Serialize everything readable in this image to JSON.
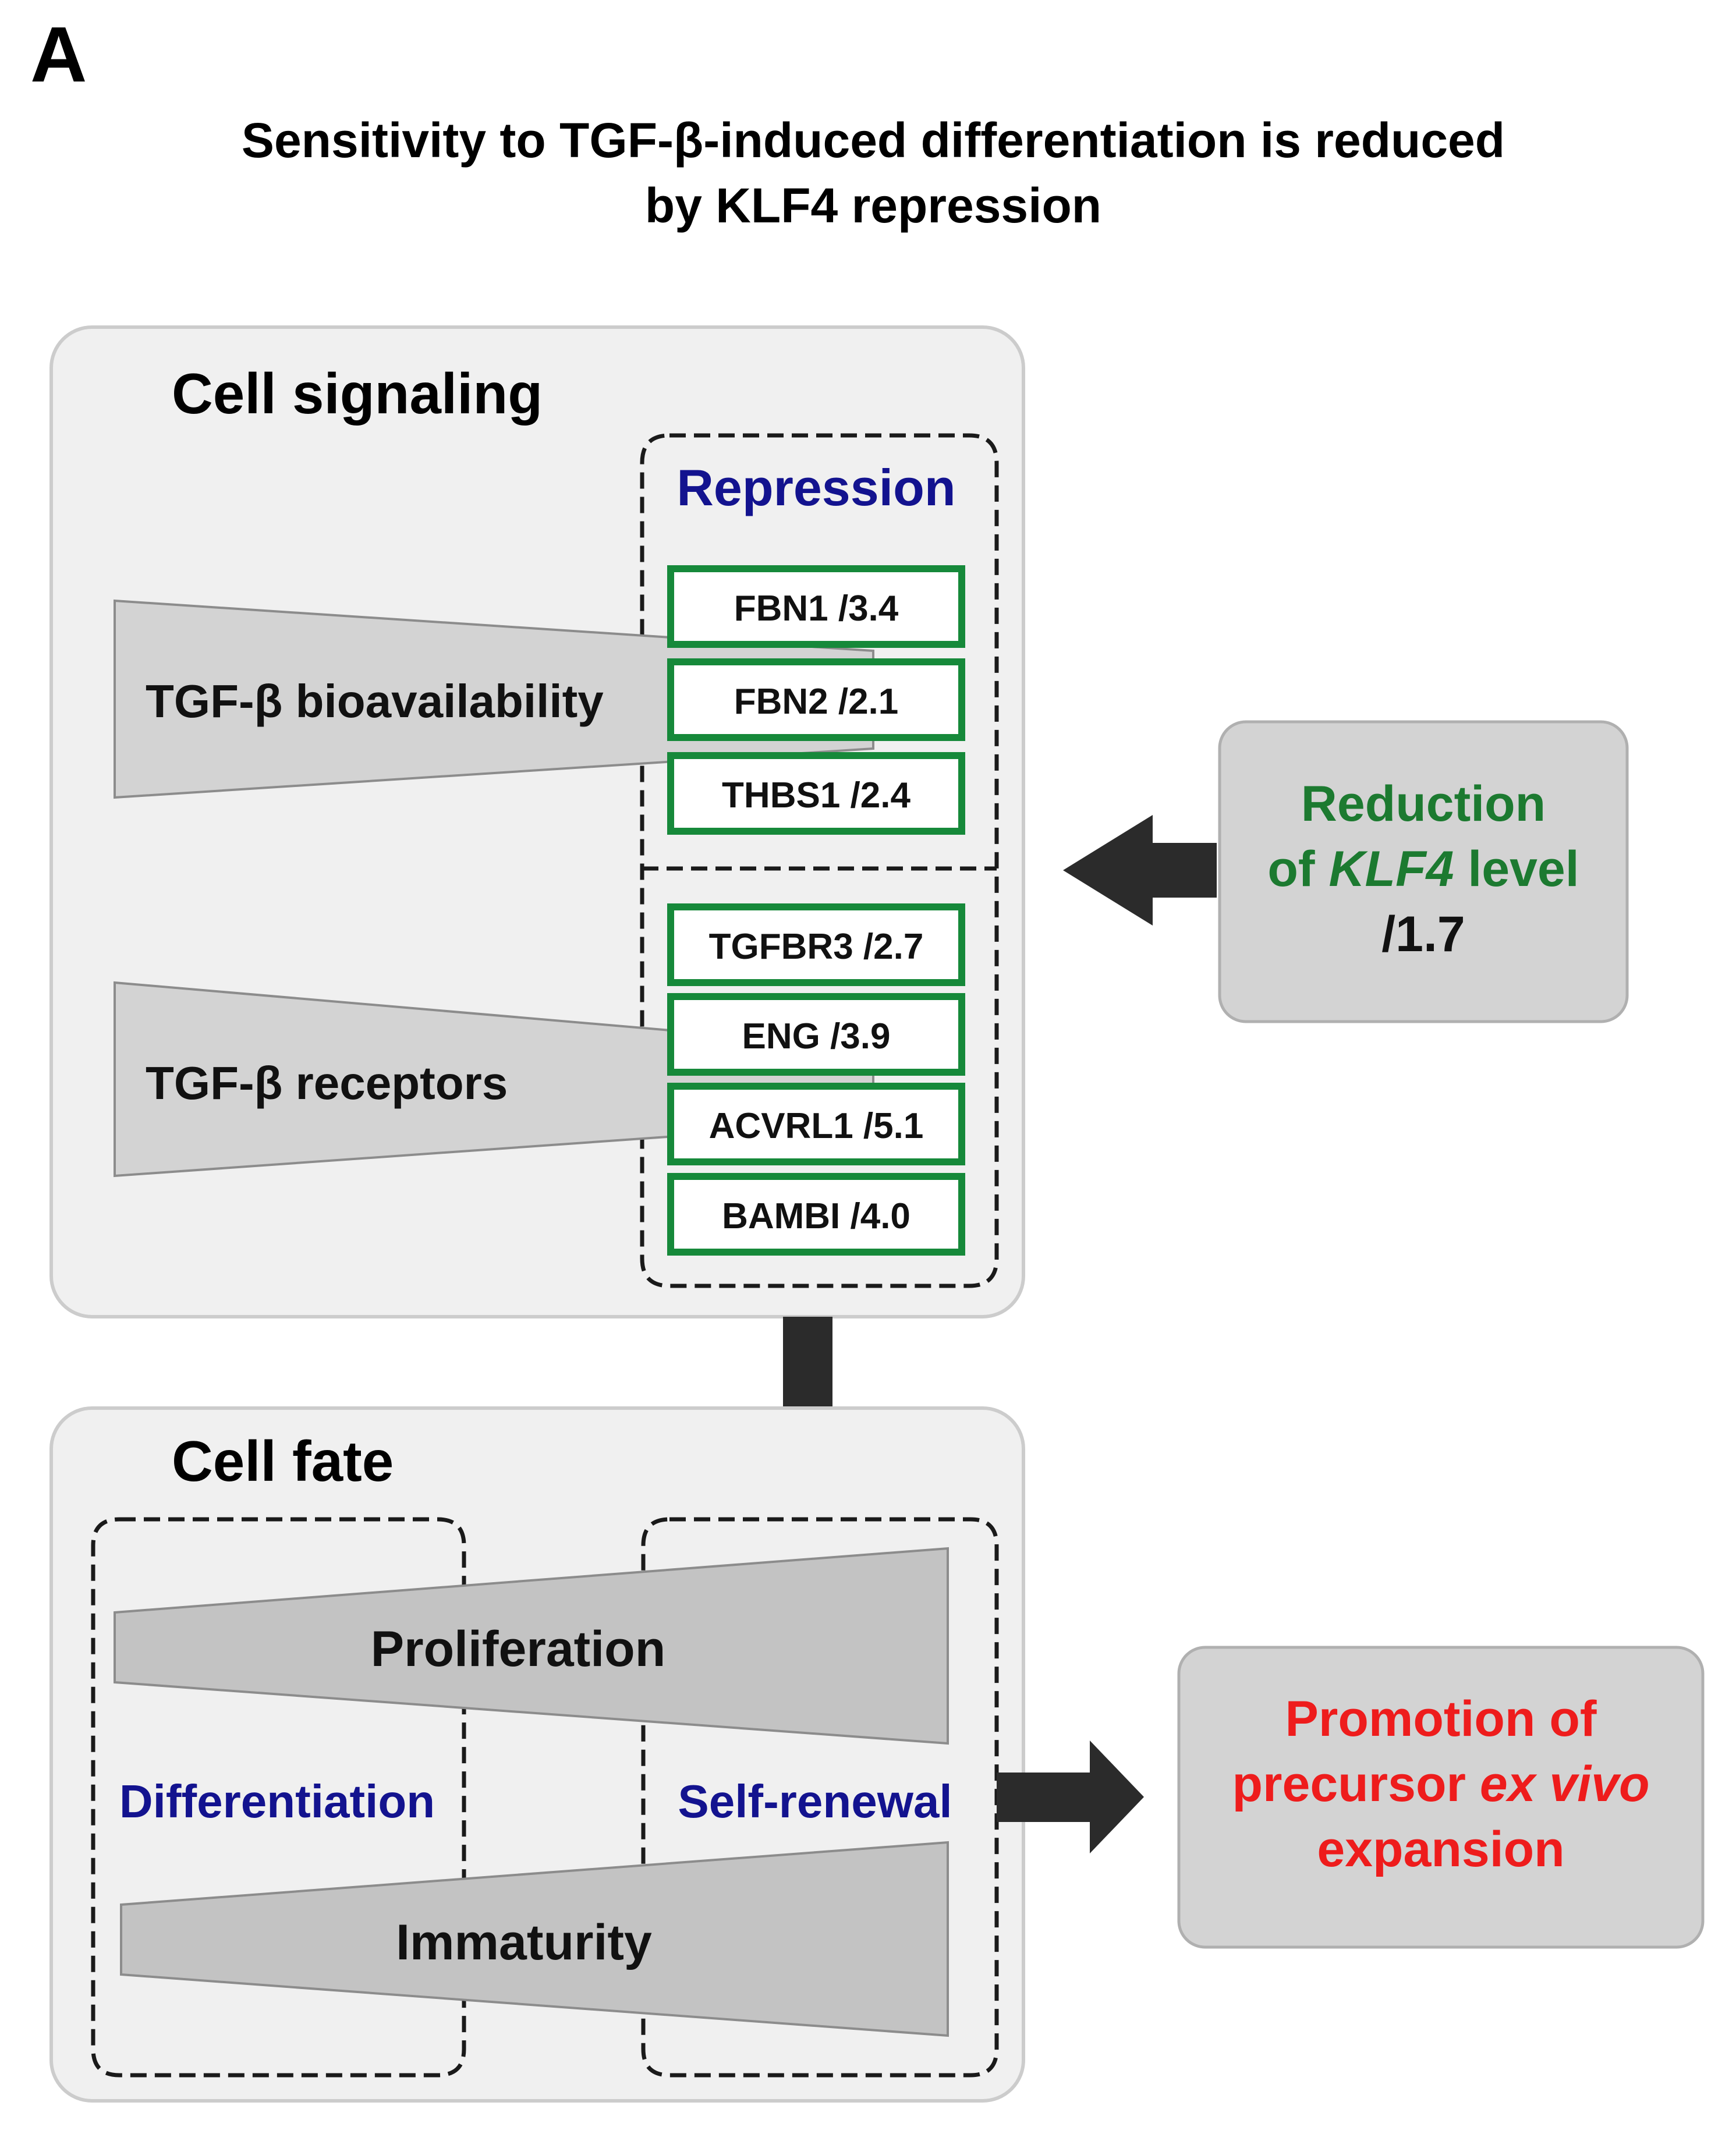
{
  "panel_letter": "A",
  "title": {
    "line1": "Sensitivity to TGF-β-induced differentiation is reduced",
    "line2": "by KLF4 repression"
  },
  "cell_signaling": {
    "header": "Cell signaling",
    "repression_label": "Repression",
    "bioavailability_label": "TGF-β bioavailability",
    "receptors_label": "TGF-β receptors",
    "genes_bioavailability": [
      "FBN1 /3.4",
      "FBN2 /2.1",
      "THBS1 /2.4"
    ],
    "genes_receptors": [
      "TGFBR3 /2.7",
      "ENG /3.9",
      "ACVRL1 /5.1",
      "BAMBI /4.0"
    ]
  },
  "klf4_box": {
    "line1": "Reduction",
    "line2_prefix": "of ",
    "line2_gene": "KLF4",
    "line2_suffix": " level",
    "value": "/1.7"
  },
  "cell_fate": {
    "header": "Cell fate",
    "proliferation": "Proliferation",
    "immaturity": "Immaturity",
    "differentiation": "Differentiation",
    "self_renewal": "Self-renewal"
  },
  "outcome_box": {
    "line1": "Promotion of",
    "line2_prefix": "precursor ",
    "line2_italic": "ex vivo",
    "line3": "expansion"
  },
  "colors": {
    "gene_border": "#16893a",
    "klf4_text": "#1c7a30",
    "blue_label": "#13138f",
    "red_text": "#ee1c1c"
  }
}
